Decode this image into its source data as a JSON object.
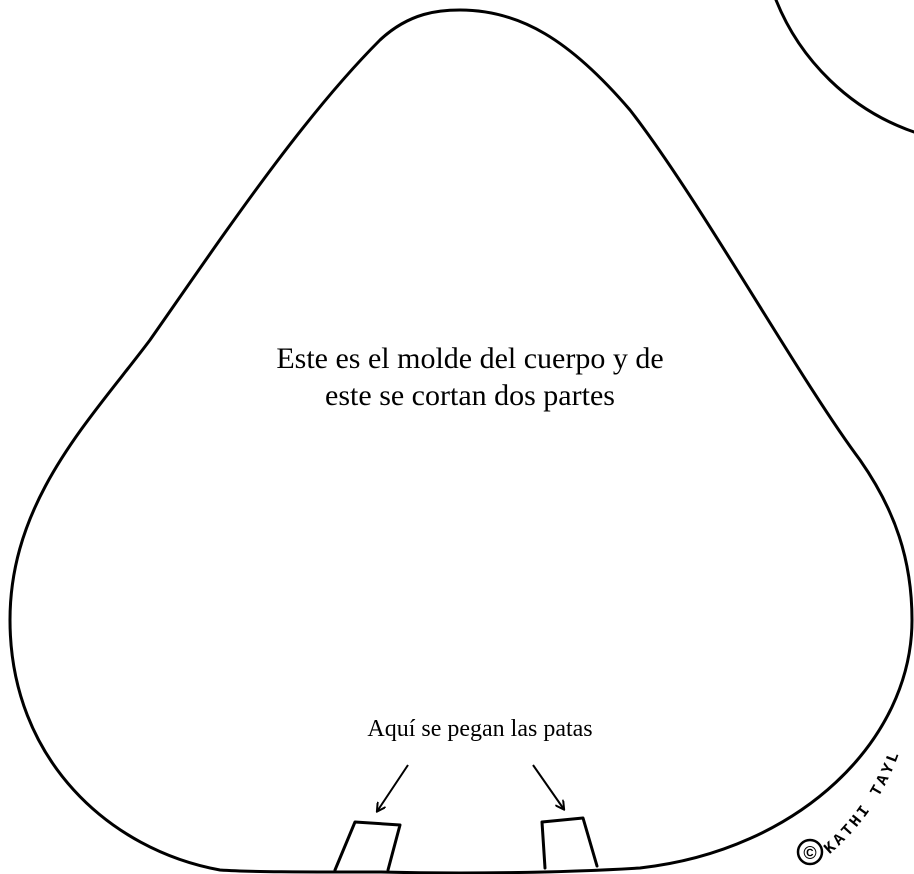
{
  "pattern": {
    "main_text_lines": [
      "Este es el molde del cuerpo y de",
      "este se cortan dos partes"
    ],
    "legs_label": "Aquí se pegan las patas",
    "copyright_symbol": "©",
    "copyright_text": "KATHI TAYL",
    "line_color": "#000000",
    "background_color": "#ffffff"
  }
}
